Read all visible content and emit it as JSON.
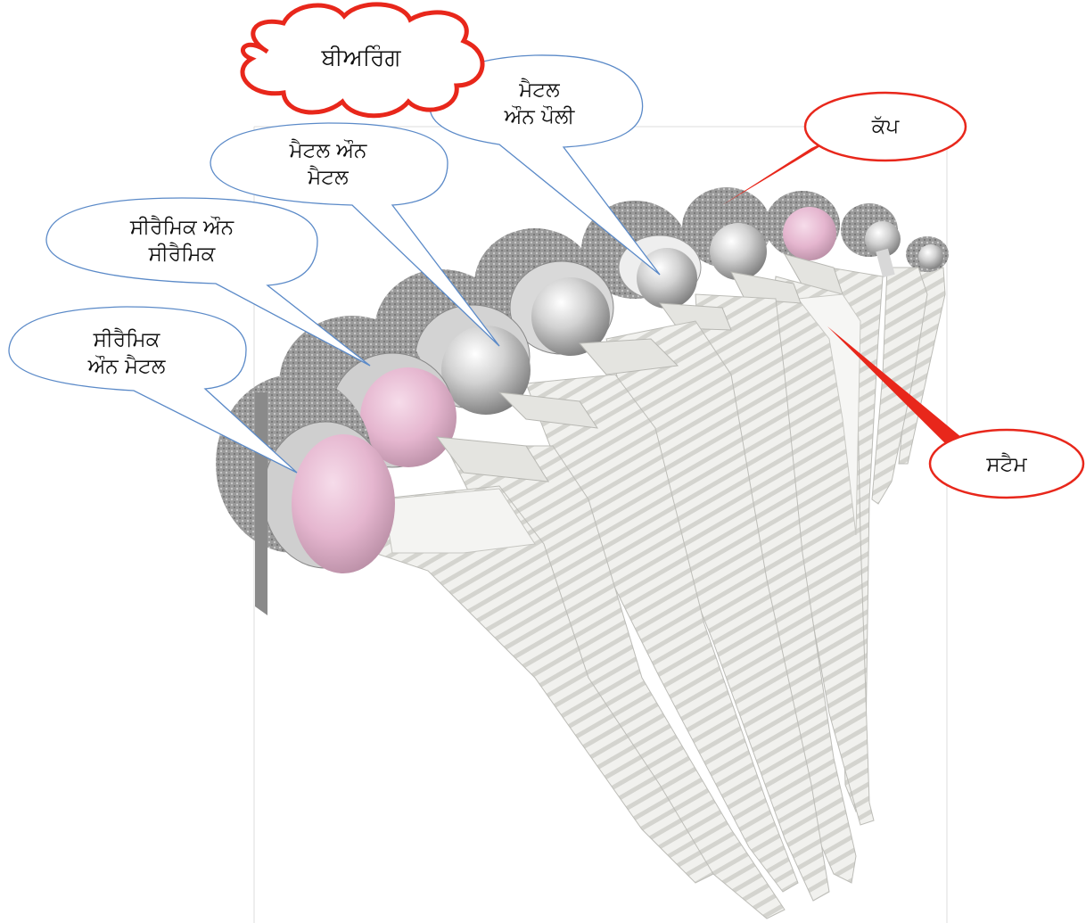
{
  "labels": {
    "bearing": "ਬੀਅਰਿੰਗ",
    "metal_on_poly": "ਮੈਟਲ\nਔਨ ਪੌਲੀ",
    "metal_on_metal": "ਮੈਟਲ ਔਨ\nਮੈਟਲ",
    "ceramic_on_ceramic": "ਸੀਰੈਮਿਕ ਔਨ\nਸੀਰੈਮਿਕ",
    "ceramic_on_metal": "ਸੀਰੈਮਿਕ\nਔਨ ਮੈਟਲ",
    "cup": "ਕੱਪ",
    "stem": "ਸਟੈਮ"
  },
  "colors": {
    "callout_blue": "#5b8ac8",
    "callout_red": "#e8271b",
    "ceramic_head": "#e7b9d2",
    "metal_head": "#c9c9c9",
    "porous_shell": "#8f8f8f",
    "stem": "#ececea"
  }
}
